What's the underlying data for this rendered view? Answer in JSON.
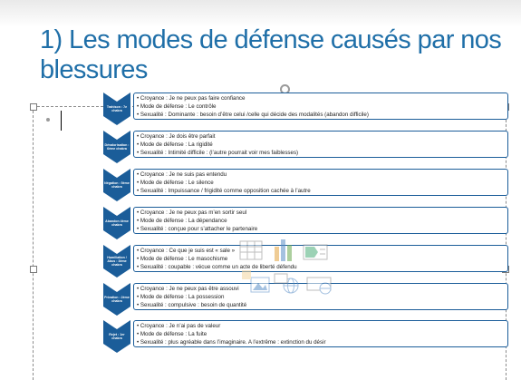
{
  "slide": {
    "title": "1) Les modes de défense causés par nos blessures"
  },
  "rows": [
    {
      "label": "Trahison : 7e chakra",
      "lines": [
        "• Croyance : Je ne peux pas faire confiance",
        "• Mode de défense : Le contrôle",
        "• Sexualité : Dominante : besoin d’être celui /celle qui décide des modalités (abandon difficile)"
      ]
    },
    {
      "label": "Dévalorisation : 6ème chakra",
      "lines": [
        "• Croyance : Je dois être parfait",
        "• Mode de défense : La rigidité",
        "• Sexualité : Intimité difficile : (l’autre pourrait voir mes faiblesses)"
      ]
    },
    {
      "label": "Négation : 5ème chakra",
      "lines": [
        "• Croyance : Je ne suis pas entendu",
        "• Mode de défense : Le silence",
        "• Sexualité : Impuissance / frigidité comme opposition cachée à l’autre"
      ]
    },
    {
      "label": "Abandon 4ème chakra",
      "lines": [
        "• Croyance : Je ne peux pas m’en sortir seul",
        "• Mode de défense : La dépendance",
        "• Sexualité : conçue pour s’attacher le partenaire"
      ]
    },
    {
      "label": "Humiliation / Abus : 3ème chakra",
      "lines": [
        "• Croyance : Ce que je suis est « sale »",
        "• Mode de défense : Le masochisme",
        "• Sexualité : coupable : vécue comme un acte de liberté défendu"
      ]
    },
    {
      "label": "Privation : 2ème chakra",
      "lines": [
        "• Croyance : Je ne peux pas être assouvi",
        "• Mode de défense : La possession",
        "• Sexualité : compulsive : besoin de quantité"
      ]
    },
    {
      "label": "Rejet : 1er chakra",
      "lines": [
        "• Croyance : Je n’ai pas de valeur",
        "• Mode de défense : La fuite",
        "• Sexualité : plus agréable dans l’imaginaire. A l’extrême : extinction du désir"
      ]
    }
  ],
  "insert_icons": [
    "insert-table-icon",
    "insert-chart-icon",
    "insert-smartart-icon",
    "insert-picture-icon",
    "insert-online-picture-icon",
    "insert-video-icon"
  ],
  "colors": {
    "title": "#1f6fa8",
    "chevron": "#1b5d99",
    "box_border": "#1b5d99"
  }
}
